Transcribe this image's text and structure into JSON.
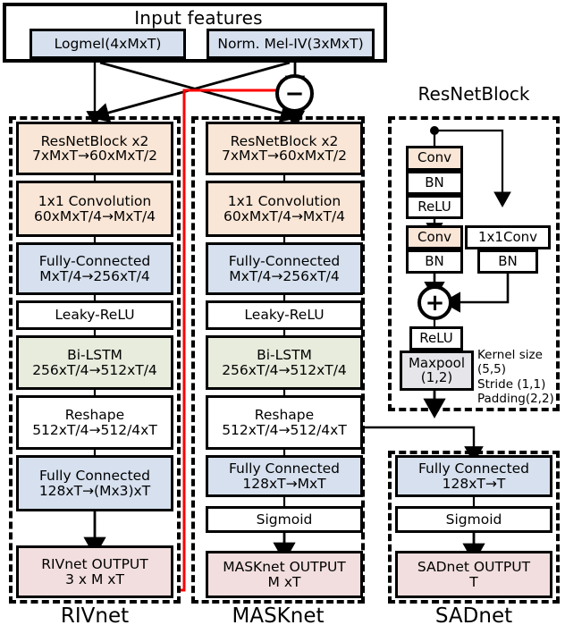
{
  "diagram": {
    "input_panel": {
      "title": "Input  features",
      "features": [
        {
          "label": "Logmel(4xMxT)"
        },
        {
          "label": "Norm. Mel-IV(3xMxT)"
        }
      ]
    },
    "subtract_node": {
      "symbol": "−",
      "name": "subtract"
    },
    "branches": [
      {
        "id": "rivnet",
        "group_label": "RIVnet",
        "blocks": [
          {
            "id": "resnetblock",
            "line1": "ResNetBlock x2",
            "line2": "7xMxT→60xMxT/2",
            "color": "peach"
          },
          {
            "id": "conv1x1",
            "line1": "1x1 Convolution",
            "line2": "60xMxT/4→MxT/4",
            "color": "peach"
          },
          {
            "id": "fc1",
            "line1": "Fully-Connected",
            "line2": "MxT/4→256xT/4",
            "color": "blue"
          },
          {
            "id": "leakyrelu",
            "line1": "Leaky-ReLU",
            "line2": "",
            "color": "white"
          },
          {
            "id": "bilstm",
            "line1": "Bi-LSTM",
            "line2": "256xT/4→512xT/4",
            "color": "green"
          },
          {
            "id": "reshape",
            "line1": "Reshape",
            "line2": "512xT/4→512/4xT",
            "color": "white"
          },
          {
            "id": "fc2",
            "line1": "Fully Connected",
            "line2": "128xT→(Mx3)xT",
            "color": "blue"
          },
          {
            "id": "output",
            "line1": "RIVnet OUTPUT",
            "line2": "3 x M xT",
            "color": "pink"
          }
        ]
      },
      {
        "id": "masknet",
        "group_label": "MASKnet",
        "blocks": [
          {
            "id": "resnetblock",
            "line1": "ResNetBlock x2",
            "line2": "7xMxT→60xMxT/2",
            "color": "peach"
          },
          {
            "id": "conv1x1",
            "line1": "1x1 Convolution",
            "line2": "60xMxT/4→MxT/4",
            "color": "peach"
          },
          {
            "id": "fc1",
            "line1": "Fully-Connected",
            "line2": "MxT/4→256xT/4",
            "color": "blue"
          },
          {
            "id": "leakyrelu",
            "line1": "Leaky-ReLU",
            "line2": "",
            "color": "white"
          },
          {
            "id": "bilstm",
            "line1": "Bi-LSTM",
            "line2": "256xT/4→512xT/4",
            "color": "green"
          },
          {
            "id": "reshape",
            "line1": "Reshape",
            "line2": "512xT/4→512/4xT",
            "color": "white"
          },
          {
            "id": "fc2",
            "line1": "Fully Connected",
            "line2": "128xT→MxT",
            "color": "blue"
          },
          {
            "id": "sigmoid",
            "line1": "Sigmoid",
            "line2": "",
            "color": "white"
          },
          {
            "id": "output",
            "line1": "MASKnet OUTPUT",
            "line2": "M xT",
            "color": "pink"
          }
        ]
      },
      {
        "id": "sadnet",
        "group_label": "SADnet",
        "blocks": [
          {
            "id": "fc",
            "line1": "Fully Connected",
            "line2": "128xT→T",
            "color": "blue"
          },
          {
            "id": "sigmoid",
            "line1": "Sigmoid",
            "line2": "",
            "color": "white"
          },
          {
            "id": "output",
            "line1": "SADnet OUTPUT",
            "line2": "T",
            "color": "pink"
          }
        ]
      }
    ],
    "resnetblock_detail": {
      "title": "ResNetBlock",
      "main_path": [
        {
          "id": "conv1",
          "label": "Conv",
          "color": "peach"
        },
        {
          "id": "bn1",
          "label": "BN",
          "color": "white"
        },
        {
          "id": "relu1",
          "label": "ReLU",
          "color": "white"
        },
        {
          "id": "conv2",
          "label": "Conv",
          "color": "peach"
        },
        {
          "id": "bn2",
          "label": "BN",
          "color": "white"
        }
      ],
      "skip_path": [
        {
          "id": "conv1x1",
          "label": "1x1Conv",
          "color": "white"
        },
        {
          "id": "bn3",
          "label": "BN",
          "color": "white"
        }
      ],
      "add_node": {
        "symbol": "+",
        "name": "add"
      },
      "tail": [
        {
          "id": "relu2",
          "line1": "ReLU",
          "line2": "",
          "color": "white"
        },
        {
          "id": "maxpool",
          "line1": "Maxpool",
          "line2": "(1,2)",
          "color": "gray"
        }
      ],
      "params": "Kernel size (5,5)\nStride (1,1)\nPadding(2,2)"
    },
    "colors": {
      "peach": "#fae6d6",
      "blue": "#d6e0ee",
      "green": "#e8ecdd",
      "pink": "#f2dede",
      "gray": "#e6e6ea",
      "accent_red": "#ff0000",
      "stroke": "#000000"
    }
  }
}
